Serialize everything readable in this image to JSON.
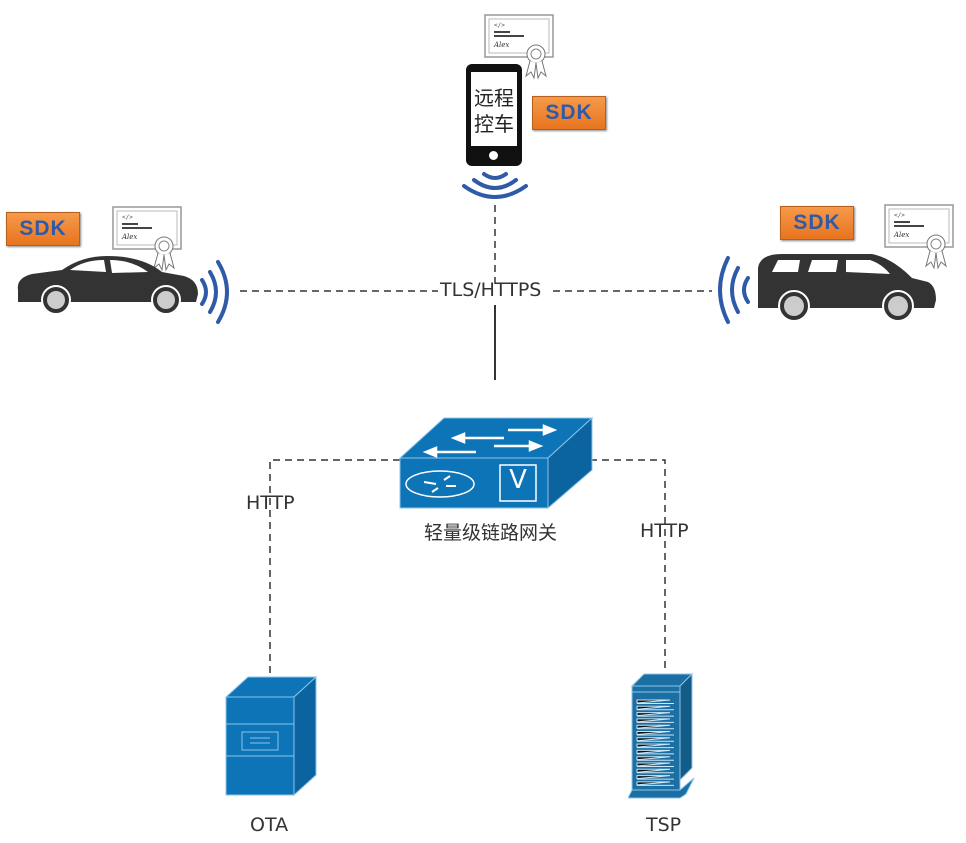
{
  "diagram": {
    "nodes": {
      "phone": {
        "label_line1": "远程",
        "label_line2": "控车",
        "sdk_label": "SDK"
      },
      "car_left": {
        "sdk_label": "SDK"
      },
      "car_right": {
        "sdk_label": "SDK"
      },
      "gateway": {
        "label": "轻量级链路网关",
        "badge": "V"
      },
      "ota": {
        "label": "OTA"
      },
      "tsp": {
        "label": "TSP"
      }
    },
    "edges": {
      "wireless_protocol": "TLS/HTTPS",
      "gateway_to_ota": "HTTP",
      "gateway_to_tsp": "HTTP"
    },
    "colors": {
      "device_blue": "#0e74b8",
      "sdk_orange": "#ef8633",
      "sdk_text": "#2f5aa8",
      "wave_blue": "#2e5aa8",
      "car_body": "#333333"
    }
  }
}
